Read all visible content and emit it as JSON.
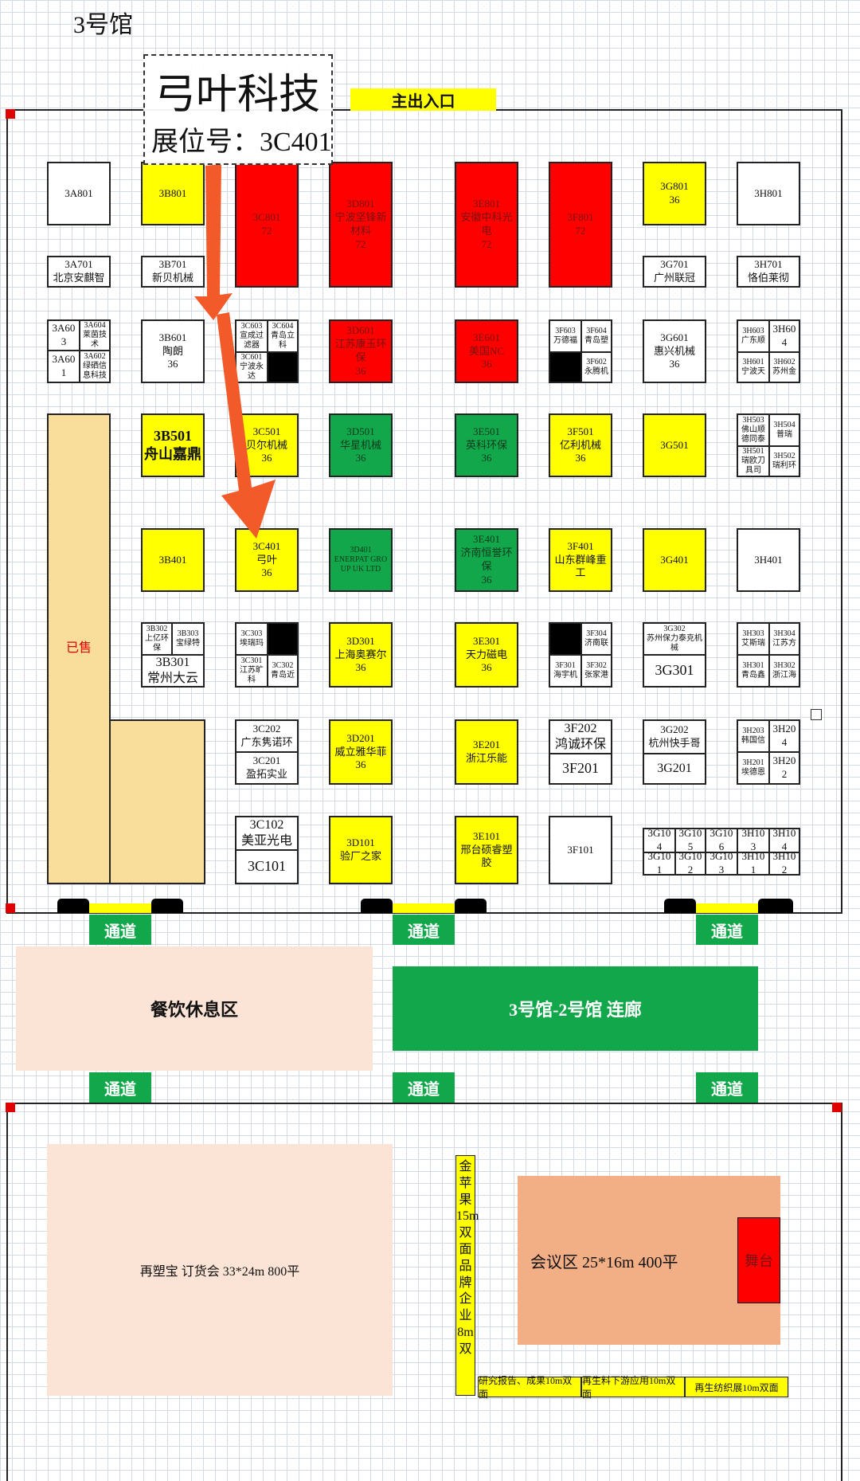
{
  "hall_title": "3号馆",
  "main_entrance": "主出入口",
  "callout": {
    "company": "弓叶科技",
    "booth": "展位号：3C401"
  },
  "sold_label": "已售",
  "passage_label": "通道",
  "rest_area": "餐饮休息区",
  "corridor": "3号馆-2号馆  连廊",
  "order_fair": "再塑宝  订货会    33*24m    800平",
  "meeting_area": "会议区  25*16m  400平",
  "stage": "舞台",
  "banner_vertical": "金苹果15m双面品牌企业8m双",
  "banners_bottom": [
    "研究报告、成果10m双面",
    "再生料下游应用10m双面",
    "再生纺织展10m双面"
  ],
  "booths": {
    "a801": "3A801",
    "a701": "3A701",
    "a701_name": "北京安麒智",
    "a603": "3A603",
    "a601": "3A601",
    "a604": "3A604",
    "a604_name": "莱茵技术",
    "a602": "3A602",
    "a602_name": "绿硒信息科技",
    "b801": "3B801",
    "b701": "3B701",
    "b701_name": "新贝机械",
    "b601": "3B601",
    "b601_name": "陶朗",
    "b601_size": "36",
    "b501": "3B501",
    "b501_name": "舟山嘉鼎",
    "b401": "3B401",
    "b302": "3B302",
    "b302_name": "上亿环保",
    "b303": "3B303",
    "b303_name": "宝绿特",
    "b301": "3B301",
    "b301_name": "常州大云",
    "c801": "3C801",
    "c801_size": "72",
    "c603": "3C603",
    "c603_name": "宣成过滤器",
    "c604": "3C604",
    "c604_name": "青岛立科",
    "c601": "3C601",
    "c601_name": "宁波永达",
    "c501": "3C501",
    "c501_name": "贝尔机械",
    "c501_size": "36",
    "c401": "3C401",
    "c401_name": "弓叶",
    "c401_size": "36",
    "c303": "3C303",
    "c303_name": "埃瑞玛",
    "c301": "3C301",
    "c301_name": "江苏旷科",
    "c302": "3C302",
    "c302_name": "青岛近",
    "c202": "3C202",
    "c202_name": "广东隽诺环",
    "c201": "3C201",
    "c201_name": "盈拓实业",
    "c102": "3C102",
    "c102_name": "美亚光电",
    "c101": "3C101",
    "d801": "3D801",
    "d801_name": "宁波坚锋新材料",
    "d801_size": "72",
    "d601": "3D601",
    "d601_name": "江苏康玉环保",
    "d601_size": "36",
    "d501": "3D501",
    "d501_name": "华星机械",
    "d501_size": "36",
    "d401": "3D401",
    "d401_name": "ENERPAT GROUP UK LTD",
    "d301": "3D301",
    "d301_name": "上海奥赛尔",
    "d301_size": "36",
    "d201": "3D201",
    "d201_name": "威立雅华菲",
    "d201_size": "36",
    "d101": "3D101",
    "d101_name": "验厂之家",
    "e801": "3E801",
    "e801_name": "安徽中科光电",
    "e801_size": "72",
    "e601": "3E601",
    "e601_name": "美国NC",
    "e601_size": "36",
    "e501": "3E501",
    "e501_name": "英科环保",
    "e501_size": "36",
    "e401": "3E401",
    "e401_name": "济南恒誉环保",
    "e401_size": "36",
    "e301": "3E301",
    "e301_name": "天力磁电",
    "e301_size": "36",
    "e201": "3E201",
    "e201_name": "浙江乐能",
    "e101": "3E101",
    "e101_name": "邢台硕睿塑胶",
    "f801": "3F801",
    "f801_size": "72",
    "f603": "3F603",
    "f603_name": "万德福",
    "f604": "3F604",
    "f604_name": "青岛塑",
    "f602": "3F602",
    "f602_name": "永腾机",
    "f501": "3F501",
    "f501_name": "亿利机械",
    "f501_size": "36",
    "f401": "3F401",
    "f401_name": "山东群峰重工",
    "f304": "3F304",
    "f304_name": "济南联",
    "f301": "3F301",
    "f301_name": "海宇机",
    "f302": "3F302",
    "f302_name": "张家港",
    "f202": "3F202",
    "f202_name": "鸿诚环保",
    "f201": "3F201",
    "f101": "3F101",
    "g801": "3G801",
    "g801_size": "36",
    "g701": "3G701",
    "g701_name": "广州联冠",
    "g601": "3G601",
    "g601_name": "惠兴机械",
    "g601_size": "36",
    "g501": "3G501",
    "g401": "3G401",
    "g302": "3G302",
    "g302_name": "苏州保力泰克机械",
    "g301": "3G301",
    "g202": "3G202",
    "g202_name": "杭州快手哥",
    "g201": "3G201",
    "g104": "3G104",
    "g105": "3G105",
    "g106": "3G106",
    "g101": "3G101",
    "g102": "3G102",
    "g103": "3G103",
    "h801": "3H801",
    "h701": "3H701",
    "h701_name": "恪伯莱彻",
    "h603": "3H603",
    "h603_name": "广东顺",
    "h604": "3H604",
    "h601": "3H601",
    "h601_name": "宁波天",
    "h602": "3H602",
    "h602_name": "苏州金",
    "h503": "3H503",
    "h503_name": "佛山顺德同泰",
    "h504": "3H504",
    "h504_name": "普瑞",
    "h501": "3H501",
    "h501_name": "瑞欧刀具司",
    "h502": "3H502",
    "h502_name": "瑞利环",
    "h401": "3H401",
    "h303": "3H303",
    "h303_name": "艾斯瑞",
    "h304": "3H304",
    "h304_name": "江苏方",
    "h301": "3H301",
    "h301_name": "青岛鑫",
    "h302": "3H302",
    "h302_name": "浙江海",
    "h203": "3H203",
    "h203_name": "韩国信",
    "h204": "3H204",
    "h201": "3H201",
    "h201_name": "埃德恩",
    "h202": "3H202",
    "h103": "3H103",
    "h104": "3H104",
    "h101": "3H101",
    "h102": "3H102"
  }
}
